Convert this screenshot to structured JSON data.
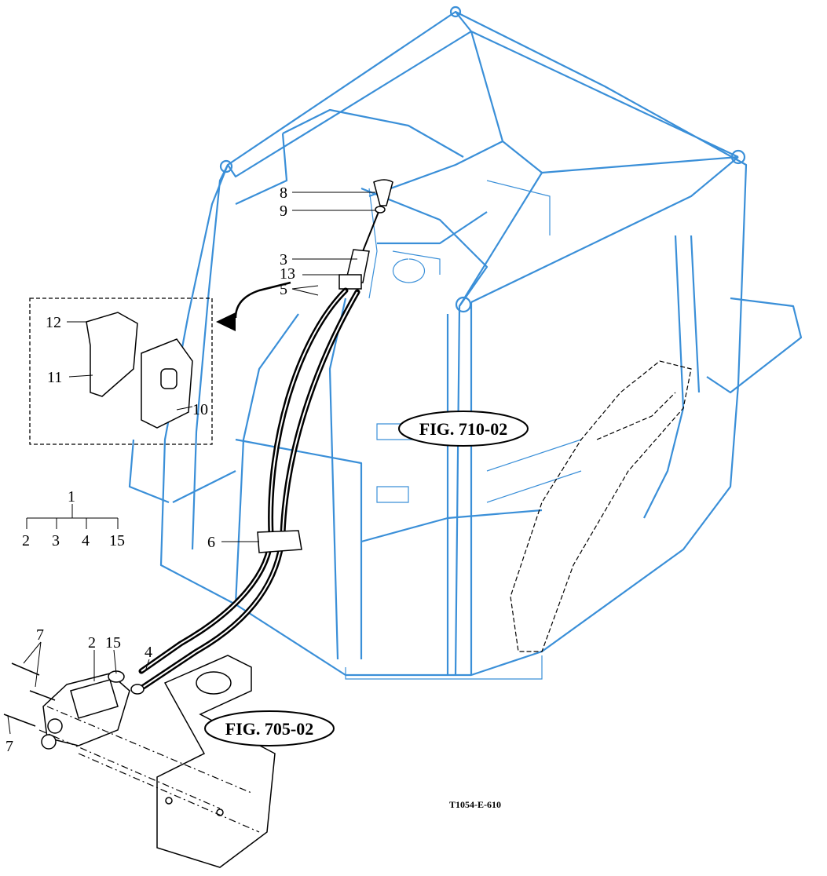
{
  "callouts": {
    "c8": "8",
    "c9": "9",
    "c3": "3",
    "c13": "13",
    "c5": "5",
    "c12": "12",
    "c11": "11",
    "c10": "10",
    "c1": "1",
    "c2a": "2",
    "c3a": "3",
    "c4a": "4",
    "c15a": "15",
    "c6": "6",
    "c7a": "7",
    "c7b": "7",
    "c2": "2",
    "c15": "15",
    "c4": "4"
  },
  "figure_refs": {
    "fig_710": "FIG. 710-02",
    "fig_705": "FIG. 705-02"
  },
  "drawing_code": "T1054-E-610",
  "colors": {
    "frame": "#3a8fd8",
    "line": "#000000"
  }
}
